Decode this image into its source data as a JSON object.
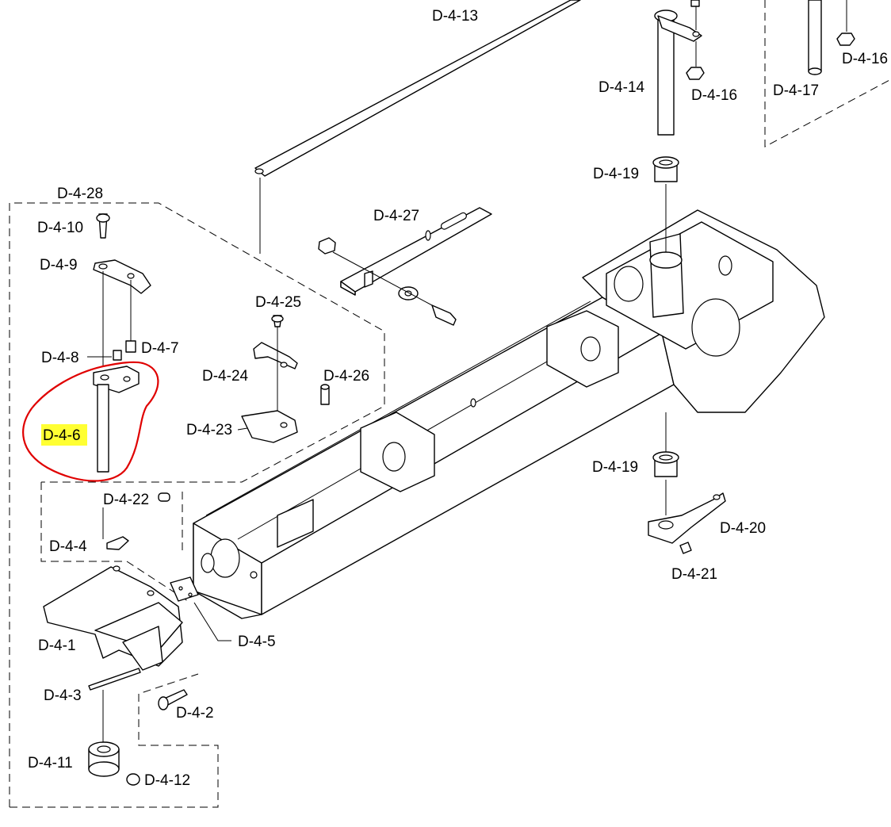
{
  "labels": {
    "d4_1": "D-4-1",
    "d4_2": "D-4-2",
    "d4_3": "D-4-3",
    "d4_4": "D-4-4",
    "d4_5": "D-4-5",
    "d4_6": "D-4-6",
    "d4_7": "D-4-7",
    "d4_8": "D-4-8",
    "d4_9": "D-4-9",
    "d4_10": "D-4-10",
    "d4_11": "D-4-11",
    "d4_12": "D-4-12",
    "d4_13": "D-4-13",
    "d4_14": "D-4-14",
    "d4_16a": "D-4-16",
    "d4_16b": "D-4-16",
    "d4_17": "D-4-17",
    "d4_19a": "D-4-19",
    "d4_19b": "D-4-19",
    "d4_20": "D-4-20",
    "d4_21": "D-4-21",
    "d4_22": "D-4-22",
    "d4_23": "D-4-23",
    "d4_24": "D-4-24",
    "d4_25": "D-4-25",
    "d4_26": "D-4-26",
    "d4_27": "D-4-27",
    "d4_28": "D-4-28"
  },
  "highlight": {
    "part": "D-4-6",
    "highlight_color": "#ffff33",
    "circle_color": "#e00000"
  }
}
